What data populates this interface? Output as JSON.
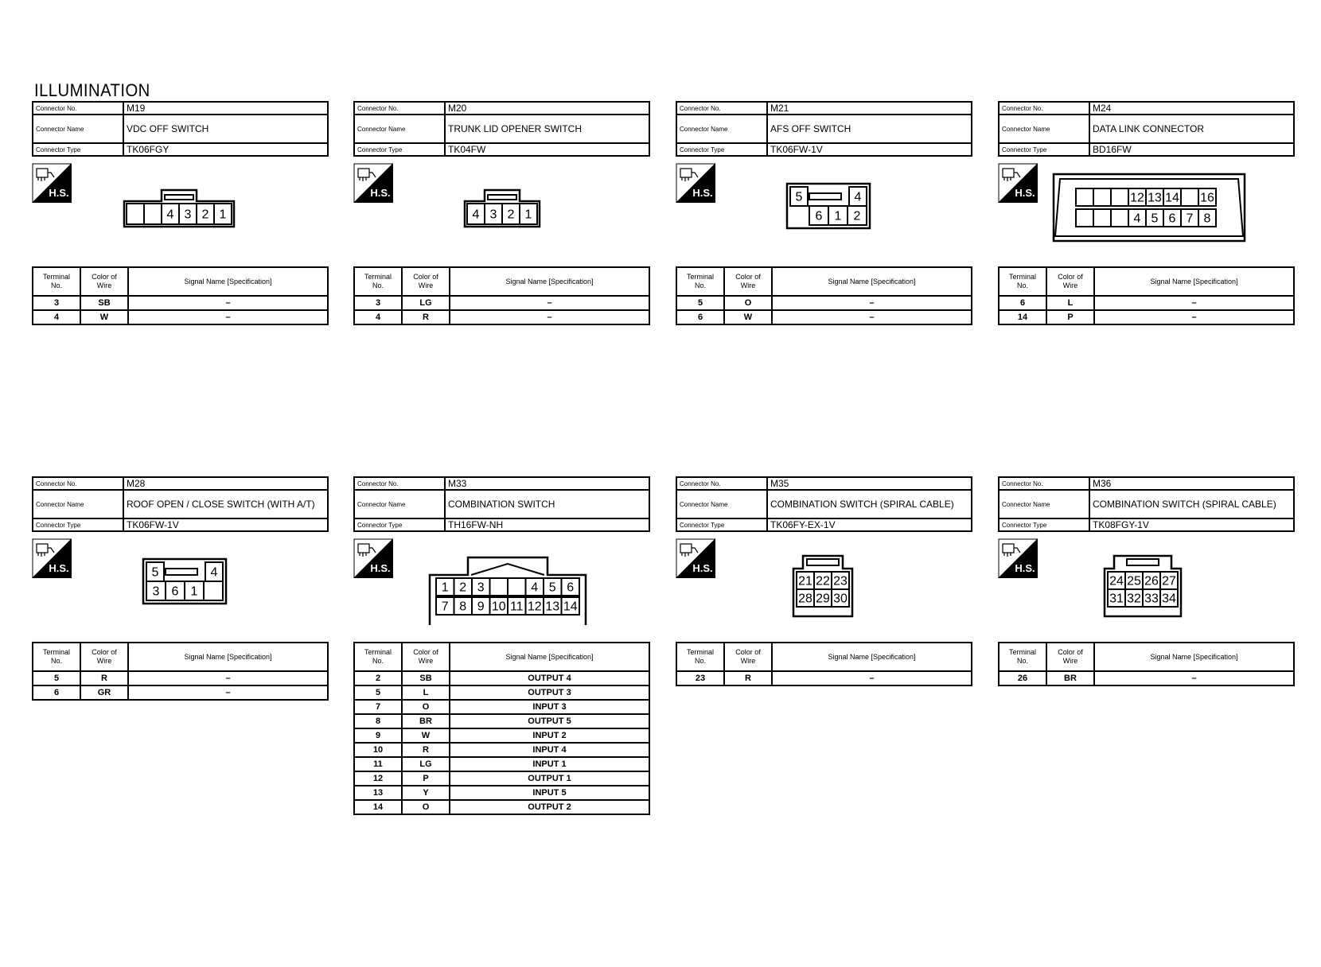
{
  "page_title": "ILLUMINATION",
  "labels": {
    "connector_no": "Connector No.",
    "connector_name": "Connector Name",
    "connector_type": "Connector Type",
    "hs": "H.S.",
    "col_terminal_1": "Terminal",
    "col_terminal_2": "No.",
    "col_color_1": "Color of",
    "col_color_2": "Wire",
    "col_signal": "Signal Name [Specification]"
  },
  "connectors": [
    {
      "no": "M19",
      "name": "VDC OFF SWITCH",
      "type": "TK06FGY",
      "pins": [
        "4",
        "3",
        "2",
        "1"
      ],
      "rows": [
        {
          "t": "3",
          "c": "SB",
          "s": "–"
        },
        {
          "t": "4",
          "c": "W",
          "s": "–"
        }
      ]
    },
    {
      "no": "M20",
      "name": "TRUNK LID OPENER SWITCH",
      "type": "TK04FW",
      "pins": [
        "4",
        "3",
        "2",
        "1"
      ],
      "rows": [
        {
          "t": "3",
          "c": "LG",
          "s": "–"
        },
        {
          "t": "4",
          "c": "R",
          "s": "–"
        }
      ]
    },
    {
      "no": "M21",
      "name": "AFS OFF SWITCH",
      "type": "TK06FW-1V",
      "pins": [
        "5",
        "4",
        "6",
        "1",
        "2"
      ],
      "rows": [
        {
          "t": "5",
          "c": "O",
          "s": "–"
        },
        {
          "t": "6",
          "c": "W",
          "s": "–"
        }
      ]
    },
    {
      "no": "M24",
      "name": "DATA LINK CONNECTOR",
      "type": "BD16FW",
      "pins": [
        "12",
        "13",
        "14",
        "16",
        "4",
        "5",
        "6",
        "7",
        "8"
      ],
      "rows": [
        {
          "t": "6",
          "c": "L",
          "s": "–"
        },
        {
          "t": "14",
          "c": "P",
          "s": "–"
        }
      ]
    },
    {
      "no": "M28",
      "name": "ROOF OPEN / CLOSE SWITCH (WITH A/T)",
      "type": "TK06FW-1V",
      "pins": [
        "5",
        "4",
        "3",
        "6",
        "1"
      ],
      "rows": [
        {
          "t": "5",
          "c": "R",
          "s": "–"
        },
        {
          "t": "6",
          "c": "GR",
          "s": "–"
        }
      ]
    },
    {
      "no": "M33",
      "name": "COMBINATION SWITCH",
      "type": "TH16FW-NH",
      "pins": [
        "1",
        "2",
        "3",
        "4",
        "5",
        "6",
        "7",
        "8",
        "9",
        "10",
        "11",
        "12",
        "13",
        "14"
      ],
      "rows": [
        {
          "t": "2",
          "c": "SB",
          "s": "OUTPUT 4"
        },
        {
          "t": "5",
          "c": "L",
          "s": "OUTPUT 3"
        },
        {
          "t": "7",
          "c": "O",
          "s": "INPUT 3"
        },
        {
          "t": "8",
          "c": "BR",
          "s": "OUTPUT 5"
        },
        {
          "t": "9",
          "c": "W",
          "s": "INPUT 2"
        },
        {
          "t": "10",
          "c": "R",
          "s": "INPUT 4"
        },
        {
          "t": "11",
          "c": "LG",
          "s": "INPUT 1"
        },
        {
          "t": "12",
          "c": "P",
          "s": "OUTPUT 1"
        },
        {
          "t": "13",
          "c": "Y",
          "s": "INPUT 5"
        },
        {
          "t": "14",
          "c": "O",
          "s": "OUTPUT 2"
        }
      ]
    },
    {
      "no": "M35",
      "name": "COMBINATION SWITCH (SPIRAL CABLE)",
      "type": "TK06FY-EX-1V",
      "pins": [
        "21",
        "22",
        "23",
        "28",
        "29",
        "30"
      ],
      "rows": [
        {
          "t": "23",
          "c": "R",
          "s": "–"
        }
      ]
    },
    {
      "no": "M36",
      "name": "COMBINATION SWITCH (SPIRAL CABLE)",
      "type": "TK08FGY-1V",
      "pins": [
        "24",
        "25",
        "26",
        "27",
        "31",
        "32",
        "33",
        "34"
      ],
      "rows": [
        {
          "t": "26",
          "c": "BR",
          "s": "–"
        }
      ]
    }
  ]
}
